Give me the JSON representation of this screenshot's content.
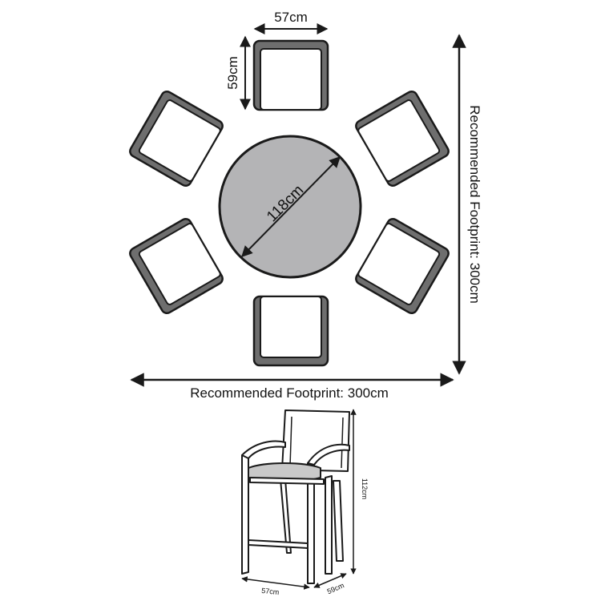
{
  "plan": {
    "chair_width_label": "57cm",
    "chair_depth_label": "59cm",
    "table_diameter_label": "118cm",
    "footprint_width_label": "Recommended Footprint: 300cm",
    "footprint_depth_label": "Recommended Footprint: 300cm"
  },
  "elevation": {
    "height_label": "112cm",
    "width_label": "57cm",
    "depth_label": "59cm"
  },
  "colors": {
    "line": "#1a1a1a",
    "chair_frame": "#6e6e6e",
    "chair_seat": "#ffffff",
    "table_fill": "#b4b4b6",
    "cushion": "#c9c9c9"
  }
}
